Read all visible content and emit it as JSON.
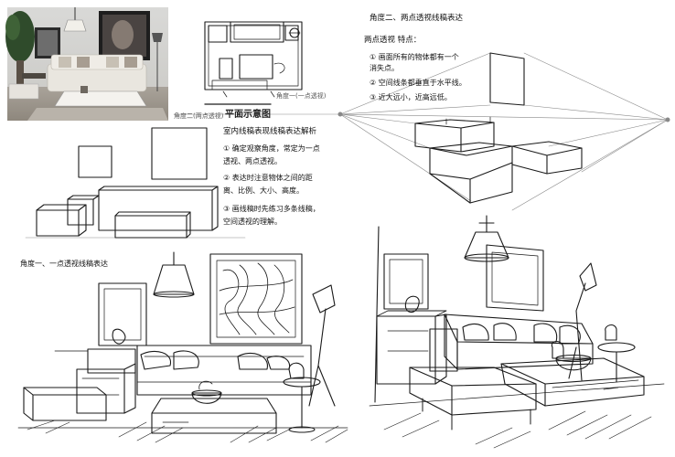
{
  "captions": {
    "photo_angle": "角度二(两点透视)",
    "plan_title": "平面示意图",
    "plan_angle_note": "角度一(一点透视)",
    "one_point_title": "角度一、一点透视线稿表达",
    "two_point_title": "角度二、两点透视线稿表达"
  },
  "notes_two_point": {
    "heading": "两点透视 特点：",
    "items": [
      "① 画面所有的物体都有一个",
      "   消失点。",
      "② 空间线条都垂直于水平线。",
      "③ 近大远小，近高远低。"
    ]
  },
  "notes_one_point": {
    "heading": "室内线稿表现线稿表达解析",
    "items": [
      "① 确定观察角度，常定为一点",
      "   透视、两点透视。",
      "② 表达时注意物体之间的距",
      "   离、比例、大小、高度。",
      "③ 画线稿时先练习多条线稿，",
      "   空间透视的理解。"
    ]
  },
  "icons": {
    "photo": "living-room-photo-icon",
    "painting": "abstract-wave-painting-icon",
    "lamp": "pendant-lamp-icon"
  },
  "colors": {
    "ink": "#1a1a1a",
    "guide": "#9a9a9a",
    "paper": "#ffffff"
  }
}
